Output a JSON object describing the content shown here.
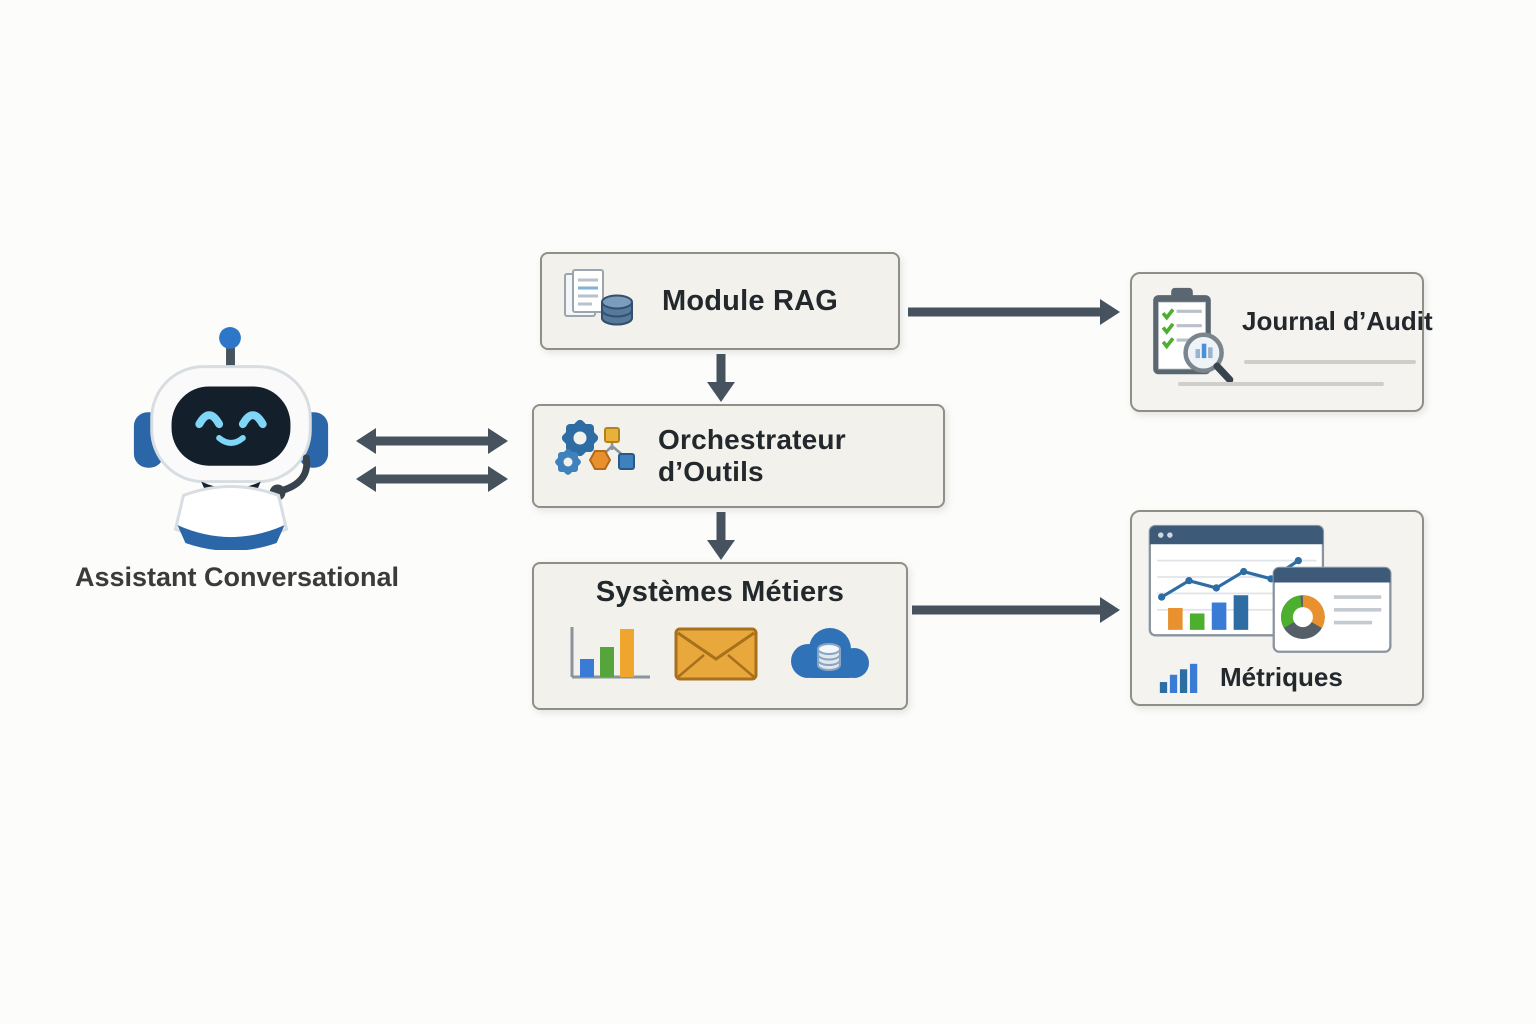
{
  "canvas": {
    "background": "#fcfcfa"
  },
  "colors": {
    "arrow": "#46525e",
    "box_bg": "#f2f1ec",
    "box_border": "#8f8f87",
    "text": "#23282d"
  },
  "nodes": {
    "assistant": {
      "label": "Assistant Conversational",
      "icon": "robot-assistant-icon"
    },
    "module_rag": {
      "label": "Module RAG",
      "icon": "documents-database-icon"
    },
    "orchestrateur": {
      "label": "Orchestrateur d’Outils",
      "icon": "gears-workflow-icon"
    },
    "systemes_metiers": {
      "label": "Systèmes Métiers",
      "icons": [
        "bar-chart-icon",
        "envelope-icon",
        "cloud-database-icon"
      ]
    },
    "journal_audit": {
      "label": "Journal d’Audit",
      "icon": "clipboard-magnifier-icon"
    },
    "metriques": {
      "label": "Métriques",
      "icons": [
        "dashboard-windows-icon",
        "mini-bar-chart-icon"
      ]
    }
  },
  "edges": [
    {
      "from": "assistant",
      "to": "orchestrateur",
      "direction": "bidirectional"
    },
    {
      "from": "module_rag",
      "to": "orchestrateur",
      "direction": "down"
    },
    {
      "from": "module_rag",
      "to": "journal_audit",
      "direction": "right"
    },
    {
      "from": "orchestrateur",
      "to": "systemes_metiers",
      "direction": "down"
    },
    {
      "from": "systemes_metiers",
      "to": "metriques",
      "direction": "right"
    }
  ]
}
